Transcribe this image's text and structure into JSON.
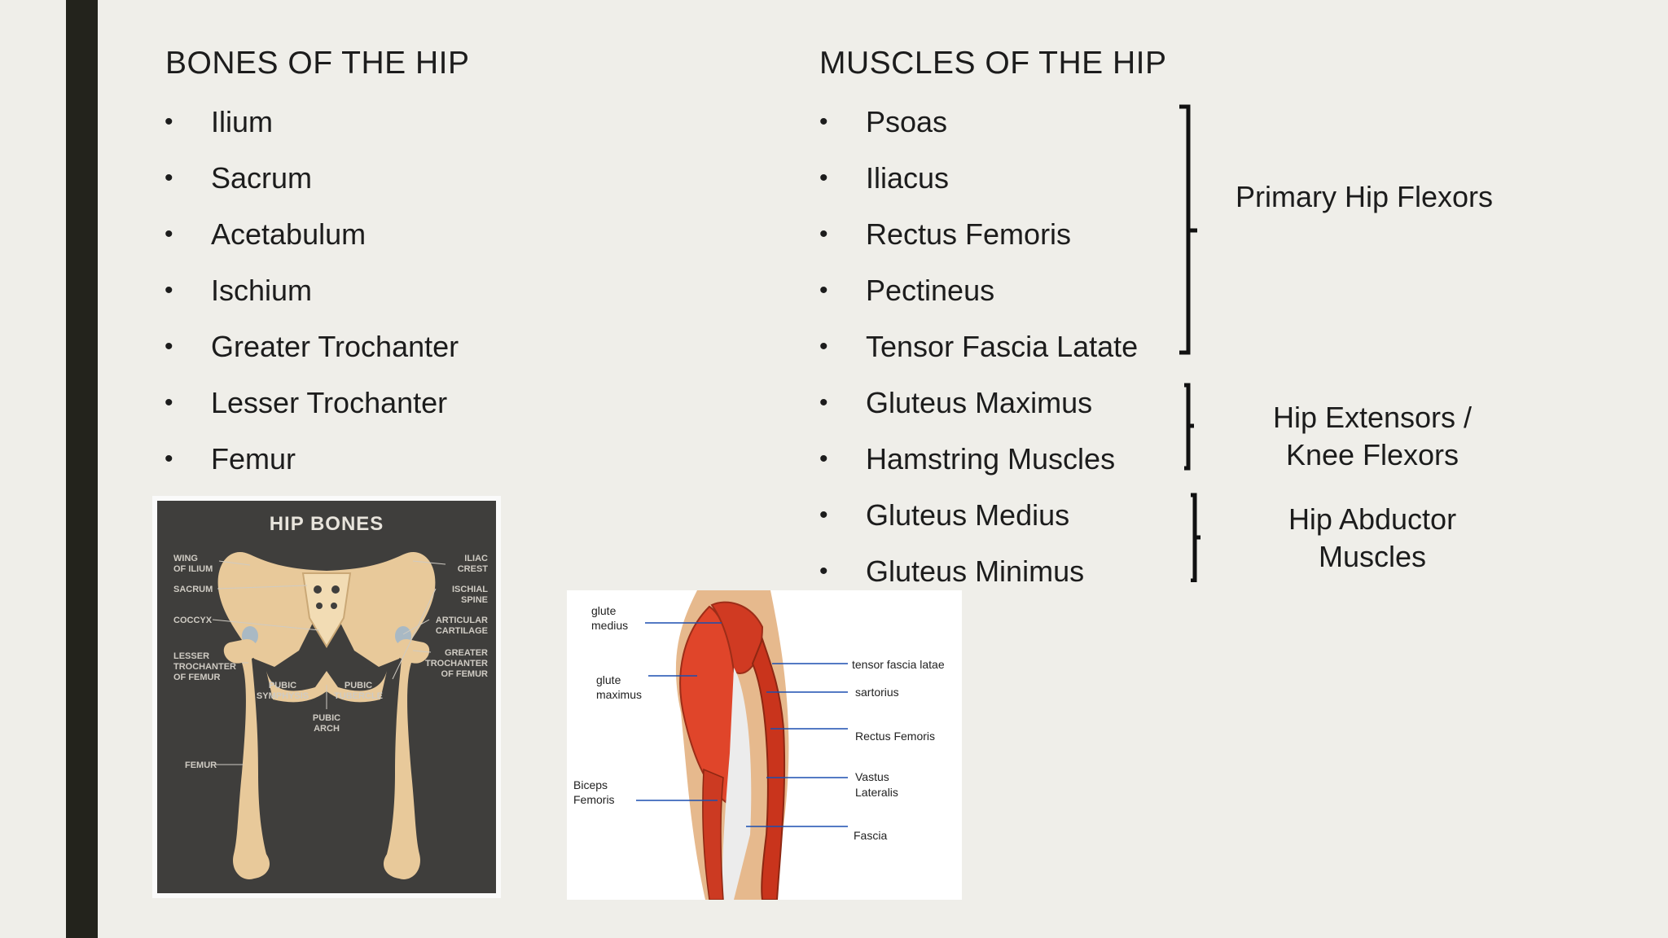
{
  "slide": {
    "left_heading": "BONES OF THE HIP",
    "right_heading": "MUSCLES OF THE HIP",
    "bones": [
      "Ilium",
      "Sacrum",
      "Acetabulum",
      "Ischium",
      "Greater Trochanter",
      "Lesser Trochanter",
      "Femur"
    ],
    "muscles": [
      "Psoas",
      "Iliacus",
      "Rectus Femoris",
      "Pectineus",
      "Tensor Fascia Latate",
      "Gluteus Maximus",
      "Hamstring Muscles",
      "Gluteus Medius",
      "Gluteus Minimus"
    ],
    "bullet": "•",
    "groups": {
      "flexors": "Primary Hip Flexors",
      "extensors_line1": "Hip Extensors /",
      "extensors_line2": "Knee Flexors",
      "abductors_line1": "Hip Abductor",
      "abductors_line2": "Muscles"
    }
  },
  "hip_bones_image": {
    "title": "HIP BONES",
    "labels": {
      "wing": "WING",
      "of_ilium": "OF ILIUM",
      "sacrum": "SACRUM",
      "coccyx": "COCCYX",
      "lesser": "LESSER",
      "trochanter": "TROCHANTER",
      "of_femur": "OF FEMUR",
      "pubic1": "PUBIC",
      "symphysis": "SYMPHYSIS",
      "pubic2": "PUBIC",
      "tubercle": "TUBERCLE",
      "pubic3": "PUBIC",
      "arch": "ARCH",
      "femur": "FEMUR",
      "iliac": "ILIAC",
      "crest": "CREST",
      "ischial": "ISCHIAL",
      "spine": "SPINE",
      "articular": "ARTICULAR",
      "cartilage": "CARTILAGE",
      "greater": "GREATER",
      "trochanter2": "TROCHANTER",
      "of_femur2": "OF FEMUR"
    },
    "colors": {
      "background": "#3f3e3c",
      "bone": "#e8c99a",
      "cartilage": "#a9b9c4"
    }
  },
  "muscles_image": {
    "labels": {
      "glute": "glute",
      "medius": "medius",
      "glute2": "glute",
      "maximus": "maximus",
      "biceps": "Biceps",
      "femoris": "Femoris",
      "tfl": "tensor fascia latae",
      "sartorius": "sartorius",
      "rectus": "Rectus Femoris",
      "vastus": "Vastus",
      "lateralis": "Lateralis",
      "fascia": "Fascia"
    },
    "colors": {
      "muscle": "#e0452a",
      "fascia": "#ececec",
      "skin": "#e6b98d"
    }
  }
}
